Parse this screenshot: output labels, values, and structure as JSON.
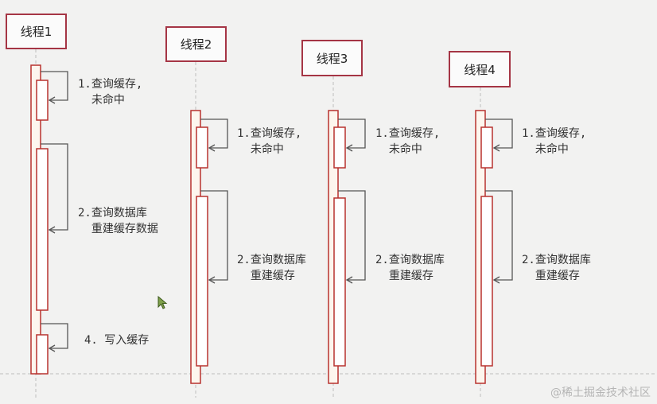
{
  "threads": [
    {
      "label": "线程1",
      "step1": "1.查询缓存,\n  未命中",
      "step2": "2.查询数据库\n  重建缓存数据",
      "step4": "4. 写入缓存"
    },
    {
      "label": "线程2",
      "step1": "1.查询缓存,\n  未命中",
      "step2": "2.查询数据库\n  重建缓存"
    },
    {
      "label": "线程3",
      "step1": "1.查询缓存,\n  未命中",
      "step2": "2.查询数据库\n  重建缓存"
    },
    {
      "label": "线程4",
      "step1": "1.查询缓存,\n  未命中",
      "step2": "2.查询数据库\n  重建缓存"
    }
  ],
  "watermark": "@稀土掘金技术社区",
  "colors": {
    "box_border": "#a53545",
    "activation_fill": "#fdf6ee",
    "activation_border": "#b8322f",
    "arrow": "#555555",
    "dashed": "#bdbdbd"
  }
}
